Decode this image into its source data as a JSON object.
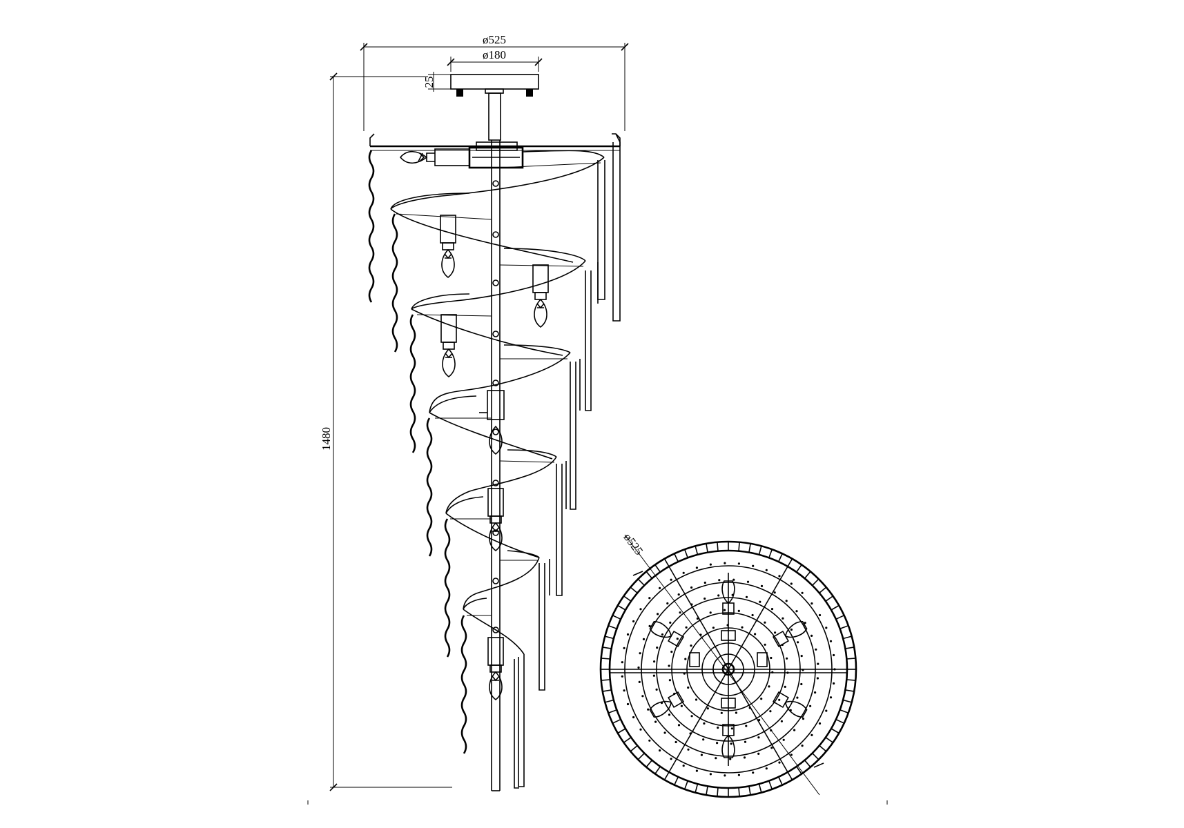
{
  "dimensions": {
    "overall_diameter_top": "ø525",
    "canopy_diameter": "ø180",
    "canopy_height": "25",
    "overall_height": "1480",
    "plan_diameter": "ø525"
  },
  "views": {
    "elevation": "side-elevation",
    "plan": "bottom-plan"
  }
}
